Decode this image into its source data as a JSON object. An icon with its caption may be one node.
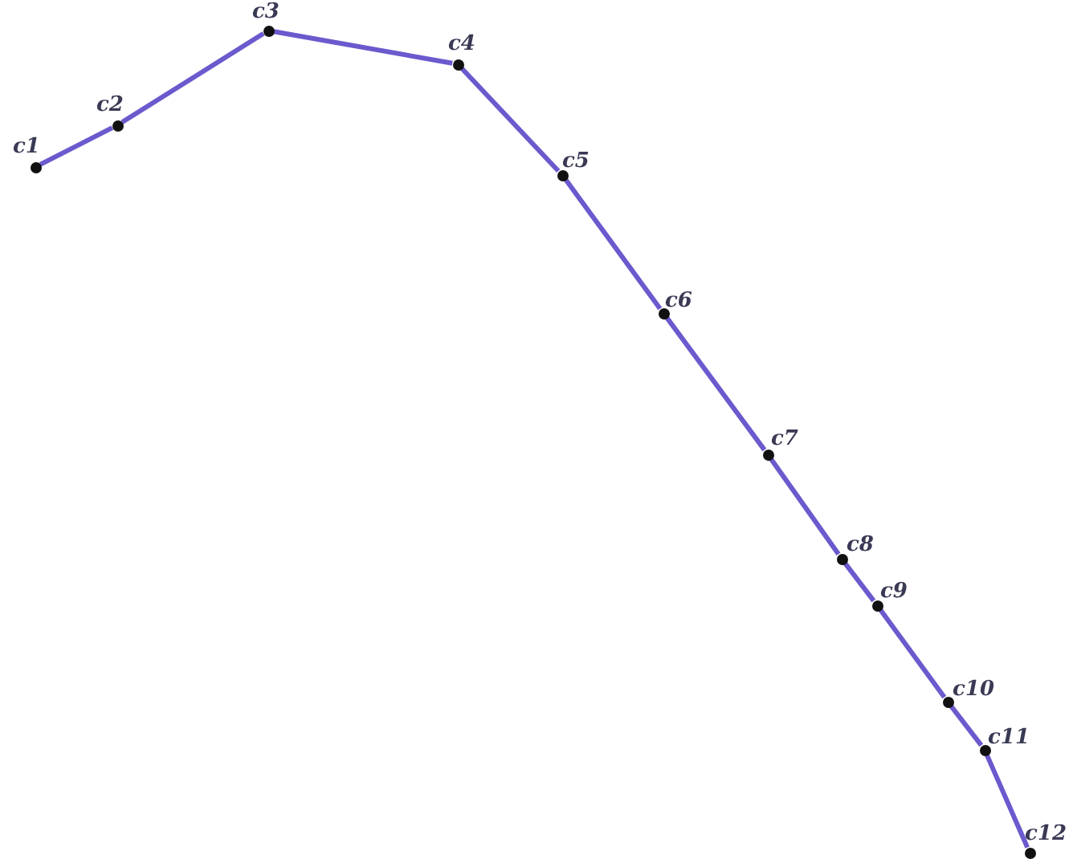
{
  "diagram": {
    "nodes": [
      {
        "text": [],
        "shape": "circle",
        "beside": [
          "c1"
        ]
      },
      {
        "text": [],
        "shape": "circle",
        "beside": [
          "c2"
        ]
      },
      {
        "text": [],
        "shape": "circle",
        "beside": [
          "c3"
        ]
      },
      {
        "text": [],
        "shape": "circle",
        "beside": [
          "c4"
        ]
      },
      {
        "text": [],
        "shape": "circle",
        "beside": [
          "c5"
        ]
      },
      {
        "text": [],
        "shape": "circle",
        "beside": [
          "c6"
        ]
      },
      {
        "text": [],
        "shape": "circle",
        "beside": [
          "c7"
        ]
      },
      {
        "text": [],
        "shape": "circle",
        "beside": [
          "c8"
        ]
      },
      {
        "text": [],
        "shape": "circle",
        "beside": [
          "c9"
        ]
      },
      {
        "text": [],
        "shape": "circle",
        "beside": [
          "c10"
        ]
      },
      {
        "text": [],
        "shape": "circle",
        "beside": [
          "c11"
        ]
      },
      {
        "text": [],
        "shape": "circle",
        "beside": [
          "c12"
        ]
      }
    ],
    "edges": [
      {
        "from": 0,
        "to": 1,
        "arrow": "none"
      },
      {
        "from": 1,
        "to": 2,
        "arrow": "none"
      },
      {
        "from": 2,
        "to": 3,
        "arrow": "none"
      },
      {
        "from": 3,
        "to": 4,
        "arrow": "none"
      },
      {
        "from": 4,
        "to": 5,
        "arrow": "none"
      },
      {
        "from": 5,
        "to": 6,
        "arrow": "none"
      },
      {
        "from": 6,
        "to": 7,
        "arrow": "none"
      },
      {
        "from": 7,
        "to": 8,
        "arrow": "none"
      },
      {
        "from": 8,
        "to": 9,
        "arrow": "none"
      },
      {
        "from": 9,
        "to": 10,
        "arrow": "none"
      },
      {
        "from": 10,
        "to": 11,
        "arrow": "none"
      }
    ]
  }
}
